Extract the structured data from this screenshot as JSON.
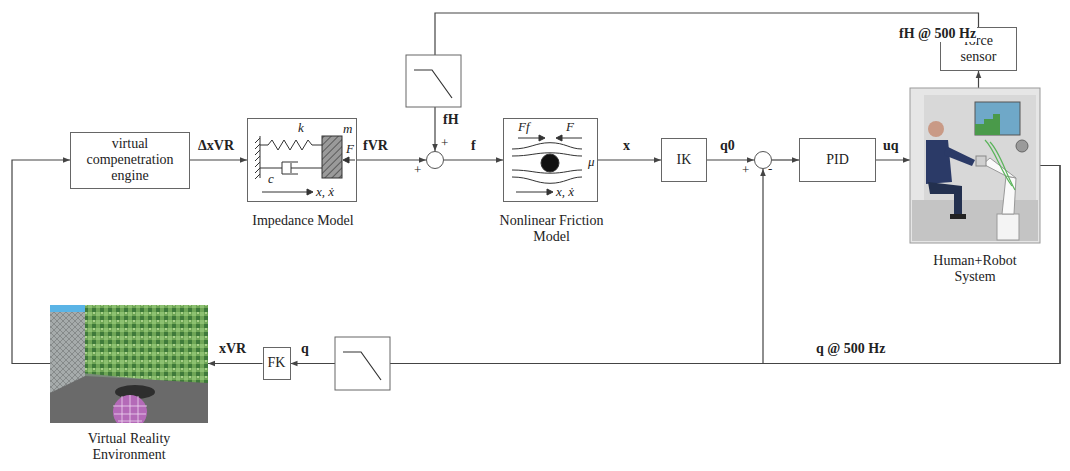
{
  "diagram": {
    "nodes": [
      {
        "text": [
          "virtual compenetration engine"
        ]
      },
      {
        "text": [
          "k",
          "c",
          "m",
          "F",
          "x, ẋ",
          "Impedance Model"
        ]
      },
      {
        "text": [
          "+",
          "+"
        ]
      },
      {
        "text": [
          "Ff",
          "F",
          "μ",
          "x, ẋ",
          "Nonlinear Friction Model"
        ]
      },
      {
        "text": [
          "IK"
        ]
      },
      {
        "text": [
          "+",
          "-"
        ]
      },
      {
        "text": [
          "PID"
        ]
      },
      {
        "text": [
          "force sensor"
        ]
      },
      {
        "text": [
          "Human+Robot System"
        ]
      },
      {
        "text": [
          "FK"
        ]
      },
      {
        "text": [
          "Virtual Reality Environment"
        ]
      }
    ],
    "edges": [
      {
        "from": 0,
        "to": 1,
        "label": "ΔxVR",
        "arrow": "to"
      },
      {
        "from": 1,
        "to": 2,
        "label": "fVR",
        "arrow": "to"
      },
      {
        "from": 2,
        "to": 3,
        "label": "f",
        "arrow": "to"
      },
      {
        "from": 3,
        "to": 4,
        "label": "x",
        "arrow": "to"
      },
      {
        "from": 4,
        "to": 5,
        "label": "q0",
        "arrow": "to"
      },
      {
        "from": 5,
        "to": 6,
        "arrow": "to"
      },
      {
        "from": 6,
        "to": 8,
        "label": "uq",
        "arrow": "to"
      },
      {
        "from": 8,
        "to": 7,
        "arrow": "to"
      },
      {
        "from": 7,
        "to": 2,
        "label": "fH @ 500 Hz",
        "arrow": "to"
      },
      {
        "from": 8,
        "to": 5,
        "label": "q @ 500 Hz",
        "arrow": "to"
      },
      {
        "from": 8,
        "to": 9,
        "label": "q",
        "arrow": "to"
      },
      {
        "from": 9,
        "to": 10,
        "label": "xVR",
        "arrow": "to"
      },
      {
        "from": 10,
        "to": 0,
        "arrow": "to"
      }
    ],
    "labels": [
      "fH"
    ]
  }
}
